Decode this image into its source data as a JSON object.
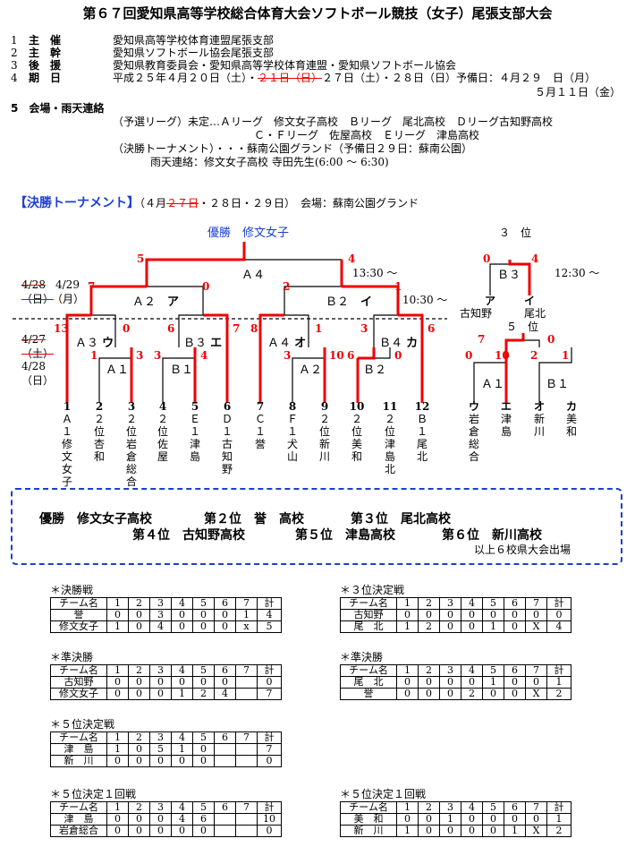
{
  "title": "第６７回愛知県高等学校総合体育大会ソフトボール競技（女子）尾張支部大会",
  "info": [
    {
      "num": "1",
      "label": "主　催",
      "text": "愛知県高等学校体育連盟尾張支部"
    },
    {
      "num": "2",
      "label": "主　幹",
      "text": "愛知県ソフトボール協会尾張支部"
    },
    {
      "num": "3",
      "label": "後　援",
      "text": "愛知県教育委員会・愛知県高等学校体育連盟・愛知県ソフトボール協会"
    }
  ],
  "period": {
    "num": "4",
    "label": "期　日",
    "pre": "平成２５年４月２０日（土）・",
    "strike": "２１日（日）",
    "post": "２７日（土）・２８日（日）予備日：４月２９　日（月）",
    "line2": "５月１１日（金）"
  },
  "venue": {
    "heading": "5　会場・雨天連絡",
    "lines": [
      "（予選リーグ）未定…Ａリーグ　修文女子高校　Ｂリーグ　尾北高校　Ｄリーグ古知野高校",
      "Ｃ・Ｆリーグ　佐屋高校　Ｅリーグ　津島高校",
      "（決勝トーナメント）・・・蘇南公園グランド（予備日２９日：蘇南公園）",
      "雨天連絡：修文女子高校  寺田先生(6:00 ～ 6:30)"
    ]
  },
  "tournament": {
    "heading": "【決勝トーナメント】",
    "date_pre": "（４月",
    "date_strike": "２７日",
    "date_post": "・２８日・２９日）　会場：蘇南公園グランド",
    "champion_label": "優勝",
    "champion": "修文女子",
    "games": {
      "a4": "Ａ４",
      "a2": "Ａ２",
      "a2k": "ア",
      "b2": "Ｂ２",
      "b2k": "イ",
      "a3": "Ａ３",
      "a3k": "ウ",
      "b3": "Ｂ３",
      "b3k": "エ",
      "a4b": "Ａ４",
      "a4bk": "オ",
      "b4": "Ｂ４",
      "b4k": "カ",
      "a1": "Ａ１",
      "b1": "Ｂ１",
      "a2b": "Ａ２",
      "b2b": "Ｂ２"
    },
    "times": {
      "t1330": "13:30 ～",
      "t1030": "10:30 ～",
      "t1230": "12:30 ～"
    },
    "dates": {
      "d428s": "4/28",
      "d428sd": "（日）",
      "d429": "4/29",
      "d429d": "（月）",
      "d427s": "4/27",
      "d427sd": "（土）",
      "d428": "4/28",
      "d428d": "（日）"
    },
    "scores": {
      "final_l": "5",
      "final_r": "4",
      "a2_l": "7",
      "a2_r": "0",
      "b2_l": "2",
      "b2_r": "1",
      "a3_l": "13",
      "a3_r": "0",
      "b3_l": "6",
      "b3_r": "7",
      "a4_l": "8",
      "a4_r": "1",
      "b4_l": "3",
      "b4_r": "6",
      "a1_l": "1",
      "a1_r": "3",
      "b1_l": "3",
      "b1_r": "4",
      "a2b_l": "3",
      "a2b_r": "10",
      "b2b_l": "6",
      "b2b_r": "0"
    },
    "teams": [
      {
        "num": "1",
        "seed": "Ａ１",
        "name": "修文女子"
      },
      {
        "num": "2",
        "seed": "２位",
        "name": "杏和"
      },
      {
        "num": "3",
        "seed": "２位",
        "name": "岩倉総合"
      },
      {
        "num": "4",
        "seed": "２位",
        "name": "佐屋"
      },
      {
        "num": "5",
        "seed": "Ｅ１",
        "name": "津島"
      },
      {
        "num": "6",
        "seed": "Ｄ１",
        "name": "古知野"
      },
      {
        "num": "7",
        "seed": "Ｃ１",
        "name": "誉"
      },
      {
        "num": "8",
        "seed": "Ｆ１",
        "name": "犬山"
      },
      {
        "num": "9",
        "seed": "２位",
        "name": "新川"
      },
      {
        "num": "10",
        "seed": "２位",
        "name": "美和"
      },
      {
        "num": "11",
        "seed": "２位",
        "name": "津島北"
      },
      {
        "num": "12",
        "seed": "Ｂ１",
        "name": "尾北"
      }
    ]
  },
  "side": {
    "third_label": "３　位",
    "third_game": "Ｂ３",
    "third_l": "0",
    "third_r": "4",
    "a": "ア",
    "a_name": "古知野",
    "i": "イ",
    "i_name": "尾北",
    "fifth_label": "５　位",
    "fifth_l": "7",
    "fifth_r": "0",
    "a1": "Ａ１",
    "b1": "Ｂ１",
    "s1": "0",
    "s2": "10",
    "s3": "2",
    "s4": "1",
    "teams": [
      {
        "k": "ウ",
        "name": "岩倉総合"
      },
      {
        "k": "エ",
        "name": "津島"
      },
      {
        "k": "オ",
        "name": "新川"
      },
      {
        "k": "カ",
        "name": "美和"
      }
    ]
  },
  "results": {
    "line1": [
      "優勝　修文女子高校",
      "第２位　誉　高校",
      "第３位　尾北高校"
    ],
    "line2": [
      "第４位　古知野高校",
      "第５位　津島高校",
      "第６位　新川高校"
    ],
    "note": "以上６校県大会出場"
  },
  "boxes": [
    {
      "title": "＊決勝戦",
      "head": [
        "チーム名",
        "1",
        "2",
        "3",
        "4",
        "5",
        "6",
        "7",
        "計"
      ],
      "rows": [
        [
          "誉",
          "0",
          "0",
          "3",
          "0",
          "0",
          "0",
          "1",
          "4"
        ],
        [
          "修文女子",
          "1",
          "0",
          "4",
          "0",
          "0",
          "0",
          "x",
          "5"
        ]
      ]
    },
    {
      "title": "＊３位決定戦",
      "head": [
        "チーム名",
        "1",
        "2",
        "3",
        "4",
        "5",
        "6",
        "7",
        "計"
      ],
      "rows": [
        [
          "古知野",
          "0",
          "0",
          "0",
          "0",
          "0",
          "0",
          "0",
          "0"
        ],
        [
          "尾　北",
          "1",
          "2",
          "0",
          "0",
          "1",
          "0",
          "X",
          "4"
        ]
      ]
    },
    {
      "title": "＊準決勝",
      "head": [
        "チーム名",
        "1",
        "2",
        "3",
        "4",
        "5",
        "6",
        "7",
        "計"
      ],
      "rows": [
        [
          "古知野",
          "0",
          "0",
          "0",
          "0",
          "0",
          "0",
          "",
          "0"
        ],
        [
          "修文女子",
          "0",
          "0",
          "0",
          "1",
          "2",
          "4",
          "",
          "7"
        ]
      ]
    },
    {
      "title": "＊準決勝",
      "head": [
        "チーム名",
        "1",
        "2",
        "3",
        "4",
        "5",
        "6",
        "7",
        "計"
      ],
      "rows": [
        [
          "尾　北",
          "0",
          "0",
          "0",
          "0",
          "1",
          "0",
          "0",
          "1"
        ],
        [
          "誉",
          "0",
          "0",
          "0",
          "2",
          "0",
          "0",
          "X",
          "2"
        ]
      ]
    },
    {
      "title": "＊５位決定戦",
      "head": [
        "チーム名",
        "1",
        "2",
        "3",
        "4",
        "5",
        "6",
        "7",
        "計"
      ],
      "rows": [
        [
          "津　島",
          "1",
          "0",
          "5",
          "1",
          "0",
          "",
          "",
          "7"
        ],
        [
          "新　川",
          "0",
          "0",
          "0",
          "0",
          "0",
          "",
          "",
          "0"
        ]
      ]
    },
    {
      "title": "＊５位決定１回戦",
      "head": [
        "チーム名",
        "1",
        "2",
        "3",
        "4",
        "5",
        "6",
        "7",
        "計"
      ],
      "rows": [
        [
          "津　島",
          "0",
          "0",
          "0",
          "4",
          "6",
          "",
          "",
          "10"
        ],
        [
          "岩倉総合",
          "0",
          "0",
          "0",
          "0",
          "0",
          "",
          "",
          "0"
        ]
      ]
    },
    {
      "title": "＊５位決定１回戦",
      "head": [
        "チーム名",
        "1",
        "2",
        "3",
        "4",
        "5",
        "6",
        "7",
        "計"
      ],
      "rows": [
        [
          "美　和",
          "0",
          "0",
          "1",
          "0",
          "0",
          "0",
          "0",
          "1"
        ],
        [
          "新　川",
          "1",
          "0",
          "0",
          "0",
          "0",
          "1",
          "X",
          "2"
        ]
      ]
    }
  ]
}
